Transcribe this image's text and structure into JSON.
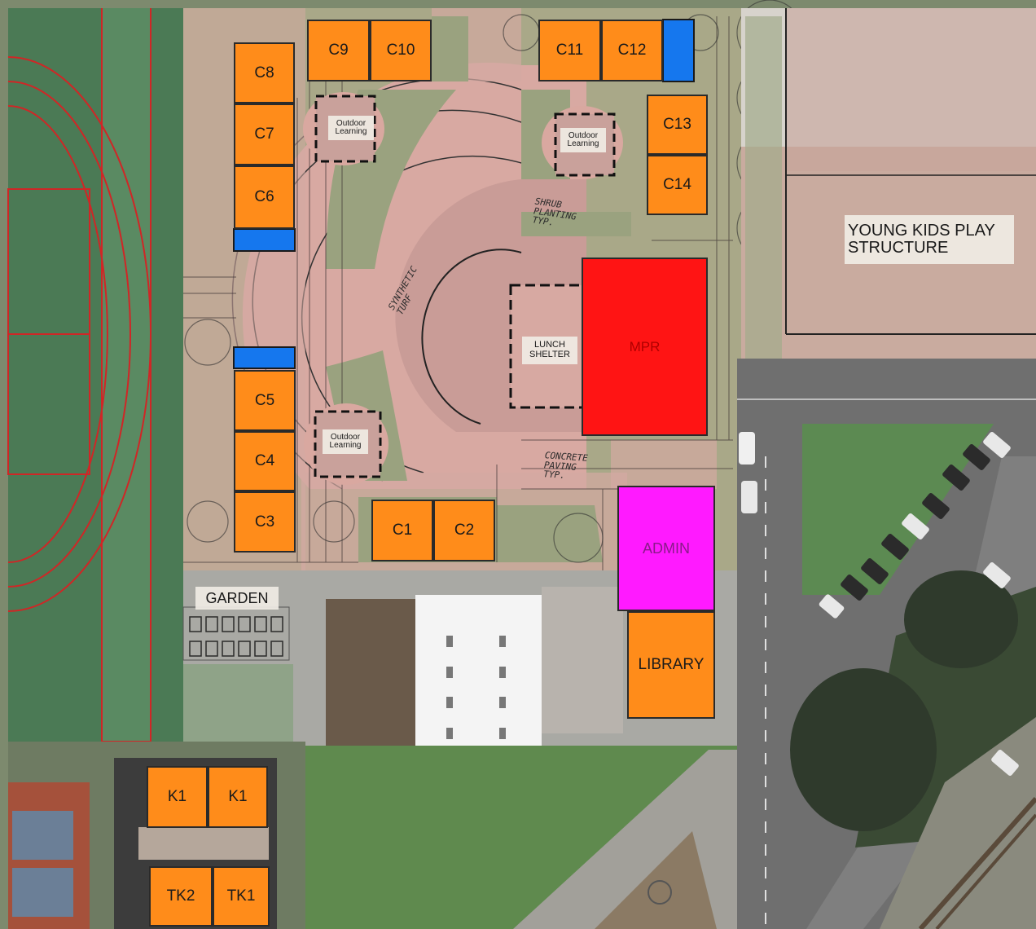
{
  "colors": {
    "classroom": "#ff8c1a",
    "restroom": "#1577ee",
    "mpr": "#ff1414",
    "admin": "#ff1aff",
    "paving": "#d9a7a0",
    "grass": "#9fa584",
    "field": "#4d7c52",
    "track": "#cf2a2a",
    "asphalt": "#6e6e6e",
    "play_area": "#cdb3a9"
  },
  "rooms": {
    "c1": "C1",
    "c2": "C2",
    "c3": "C3",
    "c4": "C4",
    "c5": "C5",
    "c6": "C6",
    "c7": "C7",
    "c8": "C8",
    "c9": "C9",
    "c10": "C10",
    "c11": "C11",
    "c12": "C12",
    "c13": "C13",
    "c14": "C14",
    "mpr": "MPR",
    "admin": "ADMIN",
    "library": "LIBRARY",
    "k1_left": "K1",
    "k1_right": "K1",
    "tk2": "TK2",
    "tk1": "TK1"
  },
  "labels": {
    "outdoor_learning_1": "Outdoor\nLearning",
    "outdoor_learning_2": "Outdoor\nLearning",
    "outdoor_learning_3": "Outdoor\nLearning",
    "lunch_shelter": "LUNCH\nSHELTER",
    "garden": "GARDEN",
    "young_kids_play": "YOUNG KIDS PLAY\nSTRUCTURE"
  },
  "handwritten": {
    "shrub_planting": "SHRUB\nPLANTING\nTYP.",
    "synthetic_turf": "SYNTHETIC\nTURF",
    "concrete_paving": "CONCRETE\nPAVING\nTYP."
  }
}
